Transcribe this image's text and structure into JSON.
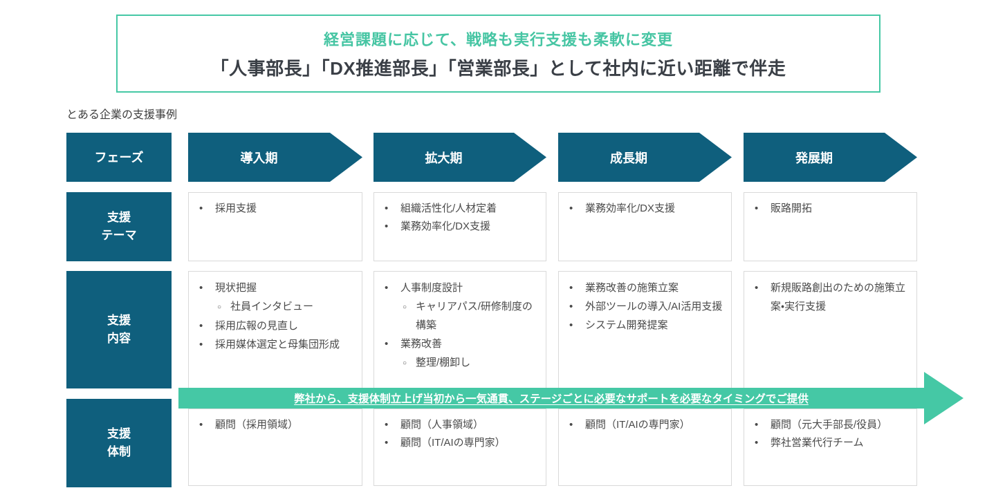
{
  "colors": {
    "dark_teal": "#0f5f7d",
    "mint_green": "#45c8a5",
    "title_green_text": "#46c5a3",
    "title_dark_text": "#3a3f46",
    "body_text": "#4a4a4a",
    "cell_border": "#d9d9d9"
  },
  "title": {
    "line1": "経営課題に応じて、戦略も実行支援も柔軟に変更",
    "line2": "「人事部長」「DX推進部長」「営業部長」として社内に近い距離で伴走"
  },
  "caption": "とある企業の支援事例",
  "table": {
    "row_headers": {
      "phase": "フェーズ",
      "theme": {
        "line1": "支援",
        "line2": "テーマ"
      },
      "content": {
        "line1": "支援",
        "line2": "内容"
      },
      "structure": {
        "line1": "支援",
        "line2": "体制"
      }
    },
    "phases": [
      {
        "label": "導入期"
      },
      {
        "label": "拡大期"
      },
      {
        "label": "成長期"
      },
      {
        "label": "発展期"
      }
    ],
    "theme": {
      "col1": [
        "採用支援"
      ],
      "col2": [
        "組織活性化/人材定着",
        "業務効率化/DX支援"
      ],
      "col3": [
        "業務効率化/DX支援"
      ],
      "col4": [
        "販路開拓"
      ]
    },
    "content": {
      "col1": [
        "現状把握",
        "社員インタビュー",
        "採用広報の見直し",
        "採用媒体選定と母集団形成"
      ],
      "col2": [
        "人事制度設計",
        "キャリアパス/研修制度の構築",
        "業務改善",
        "整理/棚卸し"
      ],
      "col3": [
        "業務改善の施策立案",
        "外部ツールの導入/AI活用支援",
        "システム開発提案"
      ],
      "col4": [
        "新規販路創出のための施策立案・実行支援"
      ]
    },
    "structure": {
      "col1": [
        "顧問（採用領域）"
      ],
      "col2": [
        "顧問（人事領域）",
        "顧問（IT/AIの専門家）"
      ],
      "col3": [
        "顧問（IT/AIの専門家）"
      ],
      "col4": [
        "顧問（元大手部長/役員）",
        "弊社営業代行チーム"
      ]
    }
  },
  "banner": {
    "text": "弊社から、支援体制立上げ当初から一気通貫、ステージごとに必要なサポートを必要なタイミングでご提供"
  }
}
